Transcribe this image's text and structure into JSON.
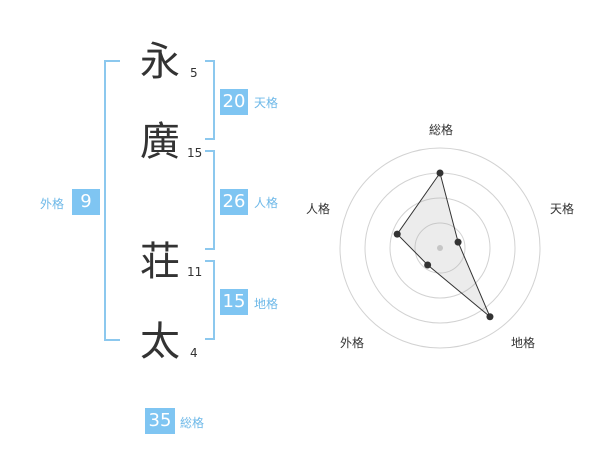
{
  "name_chars": [
    {
      "char": "永",
      "strokes": "5"
    },
    {
      "char": "廣",
      "strokes": "15"
    },
    {
      "char": "荘",
      "strokes": "11"
    },
    {
      "char": "太",
      "strokes": "4"
    }
  ],
  "fortune": {
    "tenkaku": {
      "value": "20",
      "label": "天格"
    },
    "jinkaku": {
      "value": "26",
      "label": "人格"
    },
    "chikaku": {
      "value": "15",
      "label": "地格"
    },
    "gaikaku": {
      "value": "9",
      "label": "外格"
    },
    "soukaku": {
      "value": "35",
      "label": "総格"
    }
  },
  "colors": {
    "accent": "#7fc5f2",
    "bracket": "#8cc8ee",
    "text": "#333333"
  },
  "chart_data": {
    "type": "radar",
    "axes": [
      "総格",
      "天格",
      "地格",
      "外格",
      "人格"
    ],
    "values": [
      0.75,
      0.19,
      0.85,
      0.21,
      0.45
    ],
    "rings": 4
  }
}
